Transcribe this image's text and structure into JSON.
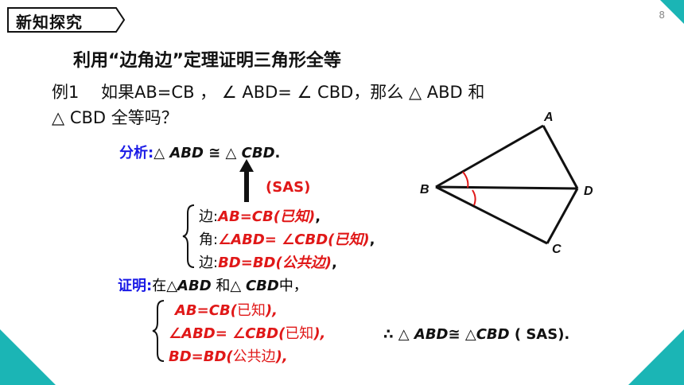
{
  "header": {
    "tag": "新知探究",
    "page_number": "8"
  },
  "title": "利用“边角边”定理证明三角形全等",
  "example": {
    "line1": "例1　 如果AB=CB ， ∠ ABD= ∠ CBD，那么 △ ABD 和",
    "line2": "△ CBD 全等吗？"
  },
  "analysis": {
    "label": "分析:",
    "tri1": "△ ",
    "abd": "ABD",
    "cong": " ≅ ",
    "tri2": "△ ",
    "cbd": "CBD",
    "dot": ".",
    "sas": "(SAS)",
    "rows": [
      {
        "prefix": "边:",
        "content": "AB=CB(已知)",
        "suffix": ","
      },
      {
        "prefix": "角:",
        "content": "∠ABD= ∠CBD(已知)",
        "suffix": ","
      },
      {
        "prefix": "边:",
        "content": "BD=BD(公共边)",
        "suffix": ","
      }
    ]
  },
  "proof": {
    "label": "证明:",
    "intro_a": "在△",
    "abd": "ABD",
    "intro_b": " 和△ ",
    "cbd": "CBD",
    "intro_c": "中，",
    "rows": [
      {
        "content": "AB=CB(",
        "note": "已知",
        "end": "),"
      },
      {
        "content": "∠ABD= ∠CBD(",
        "note": "已知",
        "end": "),"
      },
      {
        "content": "BD=BD(",
        "note": "公共边",
        "end": "),"
      }
    ],
    "conclusion_a": "∴ △ ",
    "conclusion_abd": "ABD",
    "conclusion_cong": "≅ △",
    "conclusion_cbd": "CBD",
    "conclusion_b": " ( SAS)."
  },
  "figure": {
    "labels": {
      "A": "A",
      "B": "B",
      "C": "C",
      "D": "D"
    },
    "accent": "#e01818"
  },
  "colors": {
    "teal": "#1bb5b5",
    "blue": "#1a1ae6",
    "red": "#e01818"
  }
}
